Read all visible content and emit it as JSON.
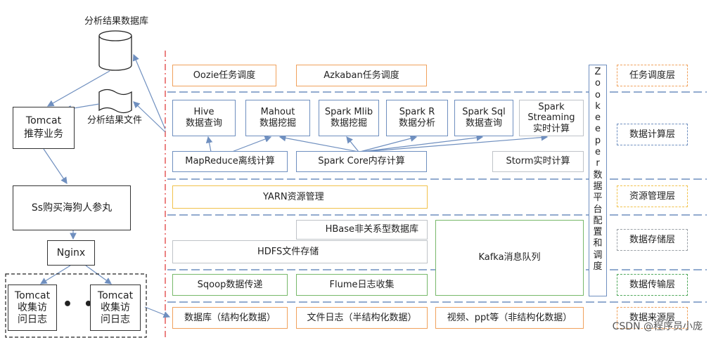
{
  "left": {
    "db_label": "分析结果数据库",
    "file_label": "分析结果文件",
    "tomcat_rec": "Tomcat\n推荐业务",
    "product": "Ss购买海狗人参丸",
    "nginx": "Nginx",
    "tomcat_collect_1": "Tomcat\n收集访\n问日志",
    "tomcat_collect_2": "Tomcat\n收集访\n问日志",
    "dots": "• • •"
  },
  "schedule": {
    "oozie": "Oozie任务调度",
    "azkaban": "Azkaban任务调度"
  },
  "compute": {
    "hive": "Hive\n数据查询",
    "mahout": "Mahout\n数据挖掘",
    "spark_mlib": "Spark Mlib\n数据挖掘",
    "spark_r": "Spark R\n数据分析",
    "spark_sql": "Spark Sql\n数据查询",
    "spark_streaming": "Spark\nStreaming\n实时计算",
    "mapreduce": "MapReduce离线计算",
    "spark_core": "Spark Core内存计算",
    "storm": "Storm实时计算"
  },
  "resource": {
    "yarn": "YARN资源管理"
  },
  "storage": {
    "hbase": "HBase非关系型数据库",
    "hdfs": "HDFS文件存储",
    "kafka": "Kafka消息队列"
  },
  "transport": {
    "sqoop": "Sqoop数据传递",
    "flume": "Flume日志收集"
  },
  "source": {
    "db": "数据库（结构化数据）",
    "file_log": "文件日志（半结构化数据）",
    "video": "视频、ppt等（非结构化数据）"
  },
  "zookeeper": "Z\no\no\nk\ne\ne\np\ne\nr\n数\n据\n平\n台\n配\n置\n和\n调\n度",
  "layers": {
    "schedule": "任务调度层",
    "compute": "数据计算层",
    "resource": "资源管理层",
    "storage": "数据存储层",
    "transport": "数据传输层",
    "source": "数据来源层"
  },
  "watermark": "CSDN @程序员小庞",
  "colors": {
    "blue": "#6f8fbf",
    "orange": "#f0a15c",
    "yellow": "#f1c24b",
    "green": "#77b86a",
    "gray": "#bfc3c8",
    "red_dash": "#e04040"
  }
}
